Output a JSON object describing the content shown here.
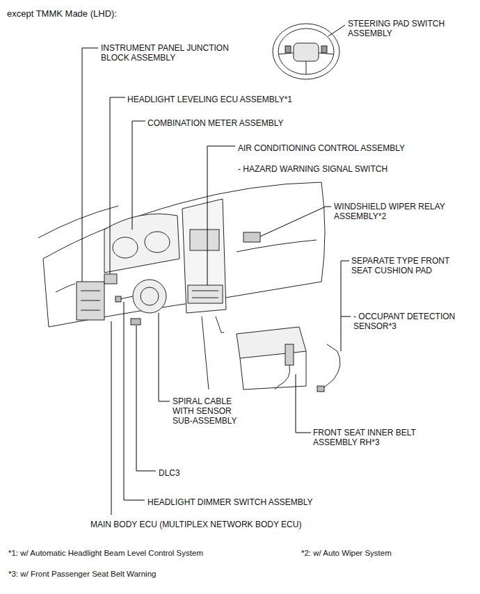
{
  "diagram": {
    "title": "except TMMK Made (LHD):",
    "labels": [
      "STEERING PAD SWITCH ASSEMBLY",
      "INSTRUMENT PANEL JUNCTION BLOCK ASSEMBLY",
      "HEADLIGHT LEVELING ECU ASSEMBLY*1",
      "COMBINATION METER ASSEMBLY",
      "AIR CONDITIONING CONTROL ASSEMBLY",
      "- HAZARD WARNING SIGNAL SWITCH",
      "WINDSHIELD WIPER RELAY ASSEMBLY*2",
      "SEPARATE TYPE FRONT SEAT CUSHION PAD",
      "- OCCUPANT DETECTION SENSOR*3",
      "SPIRAL CABLE WITH SENSOR SUB-ASSEMBLY",
      "FRONT SEAT INNER BELT ASSEMBLY RH*3",
      "DLC3",
      "HEADLIGHT DIMMER SWITCH ASSEMBLY",
      "MAIN BODY ECU (MULTIPLEX NETWORK BODY ECU)",
      "*1: w/ Automatic Headlight Beam Level Control System",
      "*2: w/ Auto Wiper System",
      "*3: w/ Front Passenger Seat Belt Warning"
    ]
  }
}
